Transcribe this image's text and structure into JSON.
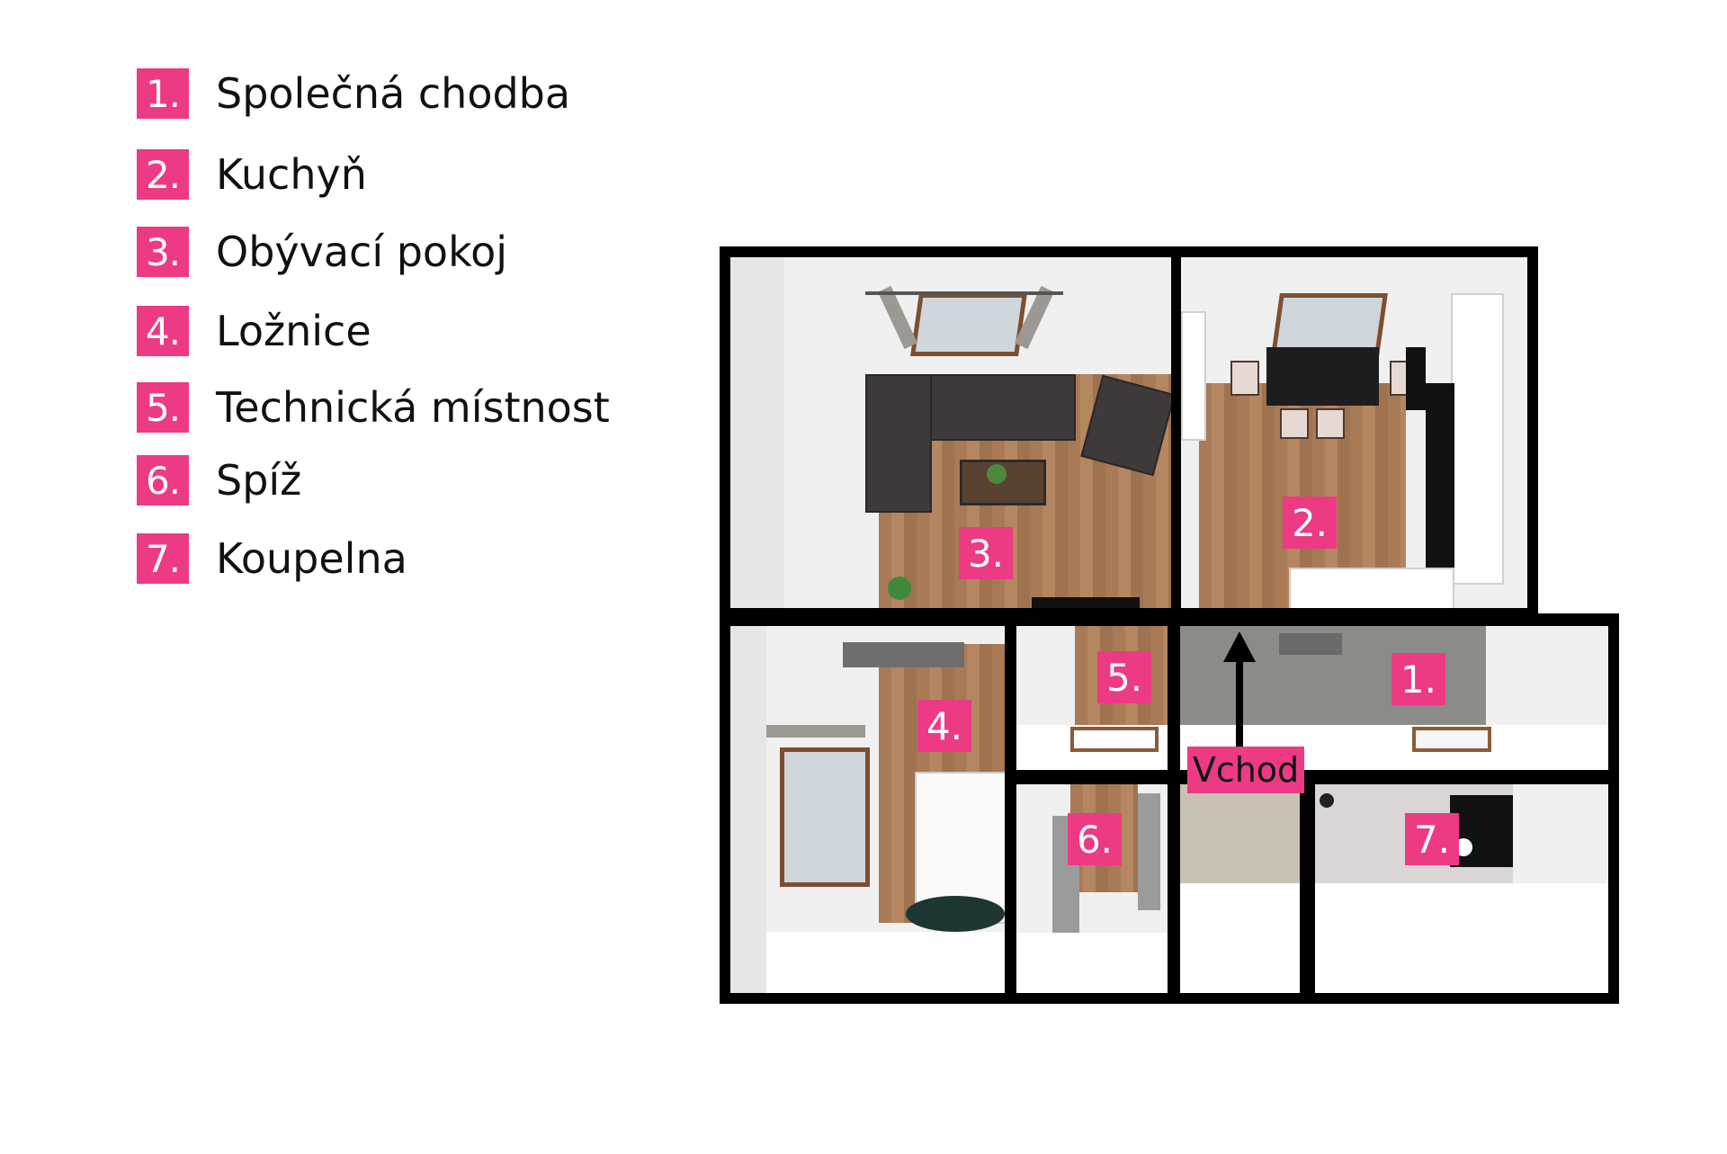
{
  "accent": "#ec3a85",
  "legend": [
    {
      "num": "1.",
      "label": "Společná chodba"
    },
    {
      "num": "2.",
      "label": "Kuchyň"
    },
    {
      "num": "3.",
      "label": "Obývací pokoj"
    },
    {
      "num": "4.",
      "label": "Ložnice"
    },
    {
      "num": "5.",
      "label": "Technická místnost"
    },
    {
      "num": "6.",
      "label": "Spíž"
    },
    {
      "num": "7.",
      "label": "Koupelna"
    }
  ],
  "plan": {
    "rooms": [
      {
        "num": "1."
      },
      {
        "num": "2."
      },
      {
        "num": "3."
      },
      {
        "num": "4."
      },
      {
        "num": "5."
      },
      {
        "num": "6."
      },
      {
        "num": "7."
      }
    ],
    "entrance_label": "Vchod"
  }
}
